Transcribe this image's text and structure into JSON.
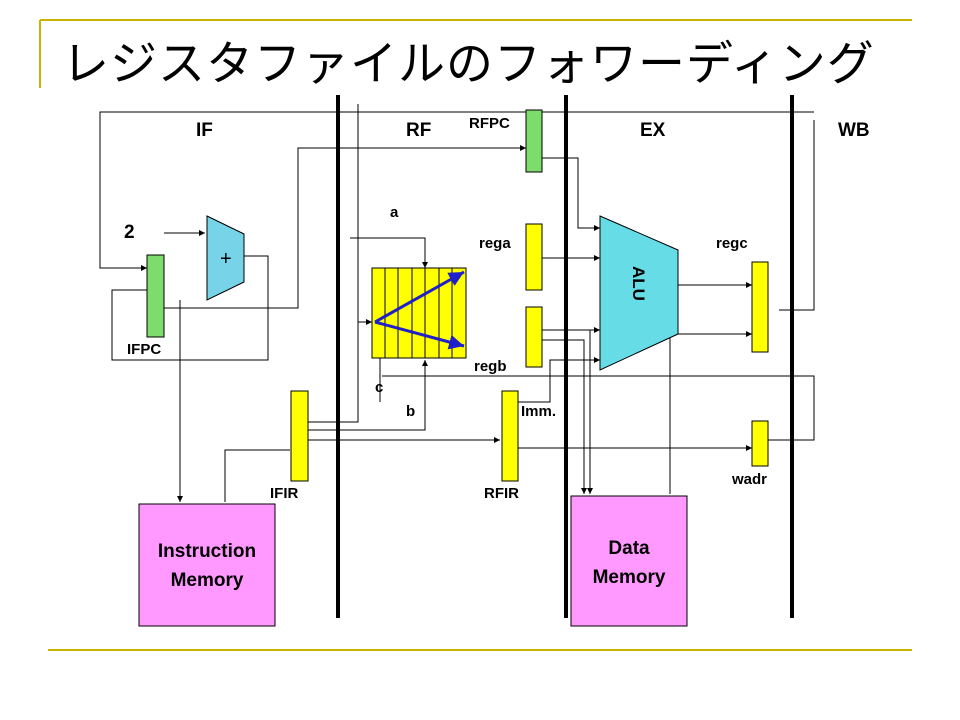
{
  "slide": {
    "title": "レジスタファイルのフォワーディング"
  },
  "colors": {
    "accent_line": "#c8b400",
    "register": "#ffff00",
    "pc_register": "#7ddc6c",
    "memory": "#ff99ff",
    "alu": "#66dde6",
    "mux": "#77d4e8",
    "arrow": "#1f1fcc"
  },
  "stages": [
    "IF",
    "RF",
    "EX",
    "WB"
  ],
  "labels": {
    "rfpc": "RFPC",
    "two": "2",
    "plus": "+",
    "ifpc": "IFPC",
    "a": "a",
    "c": "c",
    "b": "b",
    "rega": "rega",
    "regb": "regb",
    "imm": "Imm.",
    "regc": "regc",
    "alu": "ALU",
    "wadr": "wadr",
    "ifir": "IFIR",
    "rfir": "RFIR"
  },
  "memories": {
    "instruction": [
      "Instruction",
      "Memory"
    ],
    "data": [
      "Data",
      "Memory"
    ]
  }
}
